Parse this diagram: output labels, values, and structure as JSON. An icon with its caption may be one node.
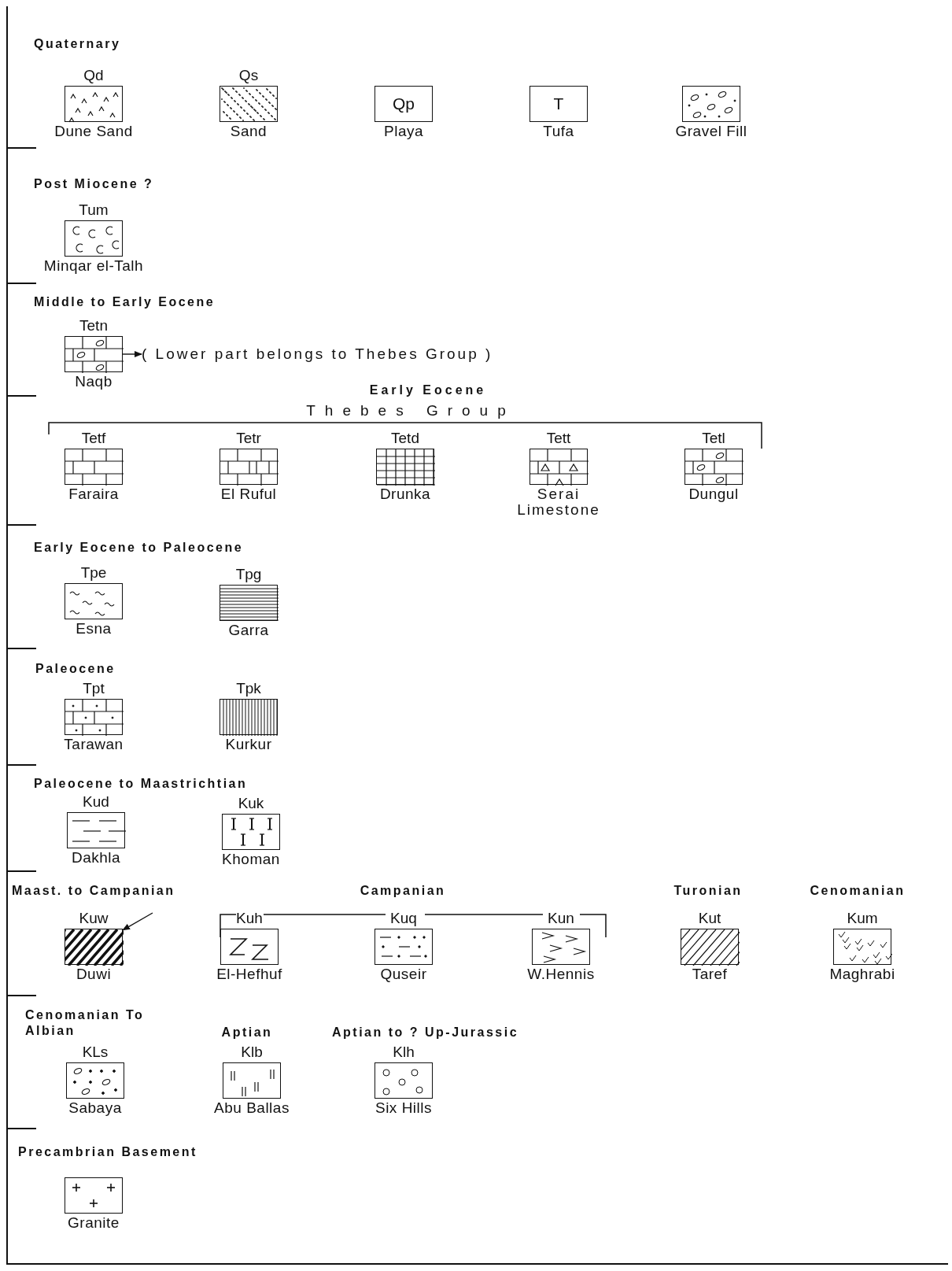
{
  "diagram": {
    "nodes": [
      {
        "text": [
          "Qd",
          "Dune Sand"
        ]
      },
      {
        "text": [
          "Qs",
          "Sand"
        ]
      },
      {
        "text": [
          "Qp",
          "Playa"
        ]
      },
      {
        "text": [
          "T",
          "Tufa"
        ]
      },
      {
        "text": [
          "Gravel Fill"
        ]
      },
      {
        "text": [
          "Tum",
          "Minqar el-Talh"
        ]
      },
      {
        "text": [
          "Tetn",
          "Naqb"
        ]
      },
      {
        "text": [
          "( Lower part belongs to Thebes Group )"
        ]
      },
      {
        "text": [
          "Tetf",
          "Faraira"
        ]
      },
      {
        "text": [
          "Tetr",
          "El Ruful"
        ]
      },
      {
        "text": [
          "Tetd",
          "Drunka"
        ]
      },
      {
        "text": [
          "Tett",
          "Serai Limestone"
        ]
      },
      {
        "text": [
          "Tetl",
          "Dungul"
        ]
      },
      {
        "text": [
          "Tpe",
          "Esna"
        ]
      },
      {
        "text": [
          "Tpg",
          "Garra"
        ]
      },
      {
        "text": [
          "Tpt",
          "Tarawan"
        ]
      },
      {
        "text": [
          "Tpk",
          "Kurkur"
        ]
      },
      {
        "text": [
          "Kud",
          "Dakhla"
        ]
      },
      {
        "text": [
          "Kuk",
          "Khoman"
        ]
      },
      {
        "text": [
          "Kuw",
          "Duwi"
        ]
      },
      {
        "text": [
          "Kuh",
          "El-Hefhuf"
        ]
      },
      {
        "text": [
          "Kuq",
          "Quseir"
        ]
      },
      {
        "text": [
          "Kun",
          "W.Hennis"
        ]
      },
      {
        "text": [
          "Kut",
          "Taref"
        ]
      },
      {
        "text": [
          "Kum",
          "Maghrabi"
        ]
      },
      {
        "text": [
          "KLs",
          "Sabaya"
        ]
      },
      {
        "text": [
          "Klb",
          "Abu Ballas"
        ]
      },
      {
        "text": [
          "Klh",
          "Six Hills"
        ]
      },
      {
        "text": [
          "Granite"
        ]
      }
    ],
    "edges": [
      {
        "from": 6,
        "to": 7,
        "arrow": "to"
      },
      {
        "from": null,
        "to": 19,
        "arrow": "to"
      }
    ],
    "labels": [
      "Quaternary",
      "Post Miocene ?",
      "Middle to Early Eocene",
      "Early Eocene",
      "Thebes Group",
      "Early Eocene to Paleocene",
      "Paleocene",
      "Paleocene to Maastrichtian",
      "Maast. to Campanian",
      "Campanian",
      "Turonian",
      "Cenomanian",
      "Cenomanian To Albian",
      "Aptian",
      "Aptian to ? Up-Jurassic",
      "Precambrian Basement"
    ]
  }
}
